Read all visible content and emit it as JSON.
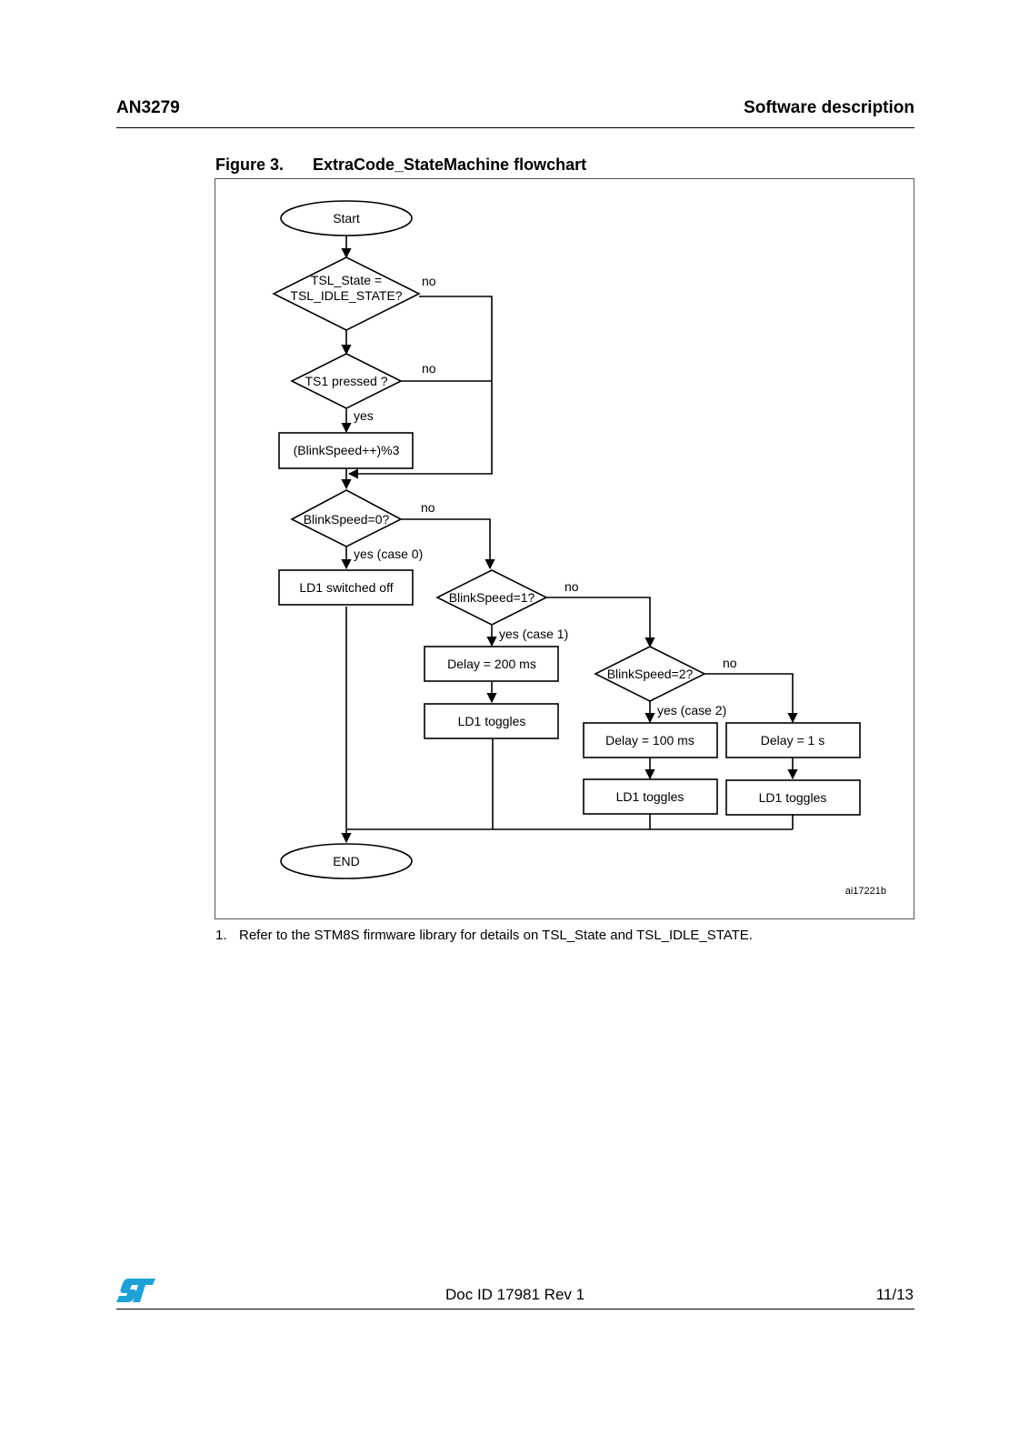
{
  "header": {
    "doc_number": "AN3279",
    "section": "Software description"
  },
  "figure": {
    "number": "Figure 3.",
    "title": "ExtraCode_StateMachine flowchart",
    "id": "ai17221b",
    "nodes": {
      "start": "Start",
      "d1_line1": "TSL_State =",
      "d1_line2": "TSL_IDLE_STATE?",
      "d2": "TS1 pressed ?",
      "blink_inc": "(BlinkSpeed++)%3",
      "d3": "BlinkSpeed=0?",
      "ld1_off": "LD1 switched off",
      "d4": "BlinkSpeed=1?",
      "delay200": "Delay = 200 ms",
      "ld1_tog_1": "LD1 toggles",
      "d5": "BlinkSpeed=2?",
      "delay100": "Delay = 100 ms",
      "delay1s": "Delay = 1 s",
      "ld1_tog_2": "LD1 toggles",
      "ld1_tog_3": "LD1 toggles",
      "end": "END"
    },
    "labels": {
      "no": "no",
      "yes": "yes",
      "yes_case0": "yes (case 0)",
      "yes_case1": "yes (case 1)",
      "yes_case2": "yes (case 2)"
    }
  },
  "footnote": {
    "number": "1.",
    "text": "Refer to the STM8S firmware library for details on TSL_State and TSL_IDLE_STATE."
  },
  "footer": {
    "doc_id": "Doc ID 17981 Rev 1",
    "page": "11/13"
  },
  "logo": {
    "icon": "st-logo-icon",
    "color": "#1ea1d9"
  }
}
